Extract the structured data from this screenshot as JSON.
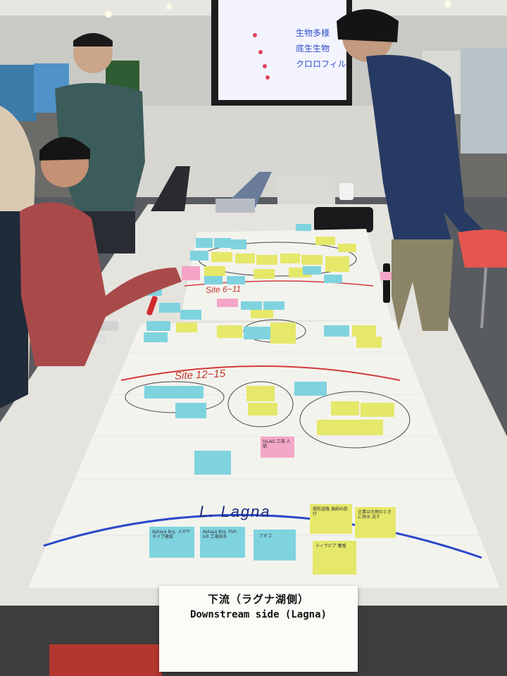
{
  "sign": {
    "line_jp": "下流（ラグナ湖側）",
    "line_en": "Downstream side (Lagna)"
  },
  "board_labels": {
    "lake": "L. Lagna",
    "site_lower": "Site 12~15",
    "site_upper": "Site 6~11"
  },
  "screen": {
    "line1": "生物多様",
    "line2": "底生生物",
    "line3": "クロロフィル"
  },
  "notes": {
    "n1": "Aplaya Brg. メガヤタイプ建設",
    "n2": "Aplaya Brg. Fish kill 工場排水",
    "n3": "アオコ",
    "n4": "堤防道路 漁師の航行",
    "n5": "企業は大雨のときに排水 流す",
    "n6": "ティラピア 養殖",
    "n7": "SILAG 工場 人間"
  },
  "colors": {
    "note_blue": "#7fd3df",
    "note_yellow": "#e6e86a",
    "note_pink": "#f4a6c6",
    "paper": "#f3f3ee",
    "lake_line": "#2b47c9",
    "site_line": "#d23a3a"
  }
}
